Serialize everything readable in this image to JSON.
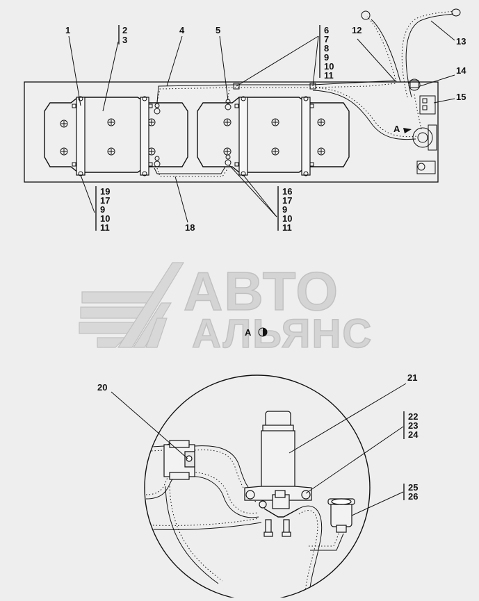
{
  "watermark": {
    "line1": "АВТО",
    "line2": "АЛЬЯНС"
  },
  "view_marker": "A",
  "callouts": {
    "c1": "1",
    "c2": "2",
    "c3": "3",
    "c4": "4",
    "c5": "5",
    "c12": "12",
    "c13": "13",
    "c14": "14",
    "c15": "15",
    "c18": "18",
    "c20": "20",
    "c21": "21",
    "stack_top": [
      "6",
      "7",
      "8",
      "9",
      "10",
      "11"
    ],
    "stack_left": [
      "19",
      "17",
      "9",
      "10",
      "11"
    ],
    "stack_mid": [
      "16",
      "17",
      "9",
      "10",
      "11"
    ],
    "stack_22": [
      "22",
      "23",
      "24"
    ],
    "stack_25": [
      "25",
      "26"
    ]
  },
  "colors": {
    "background": "#eeeeee",
    "line": "#111111",
    "watermark": "#d2d2d2"
  }
}
